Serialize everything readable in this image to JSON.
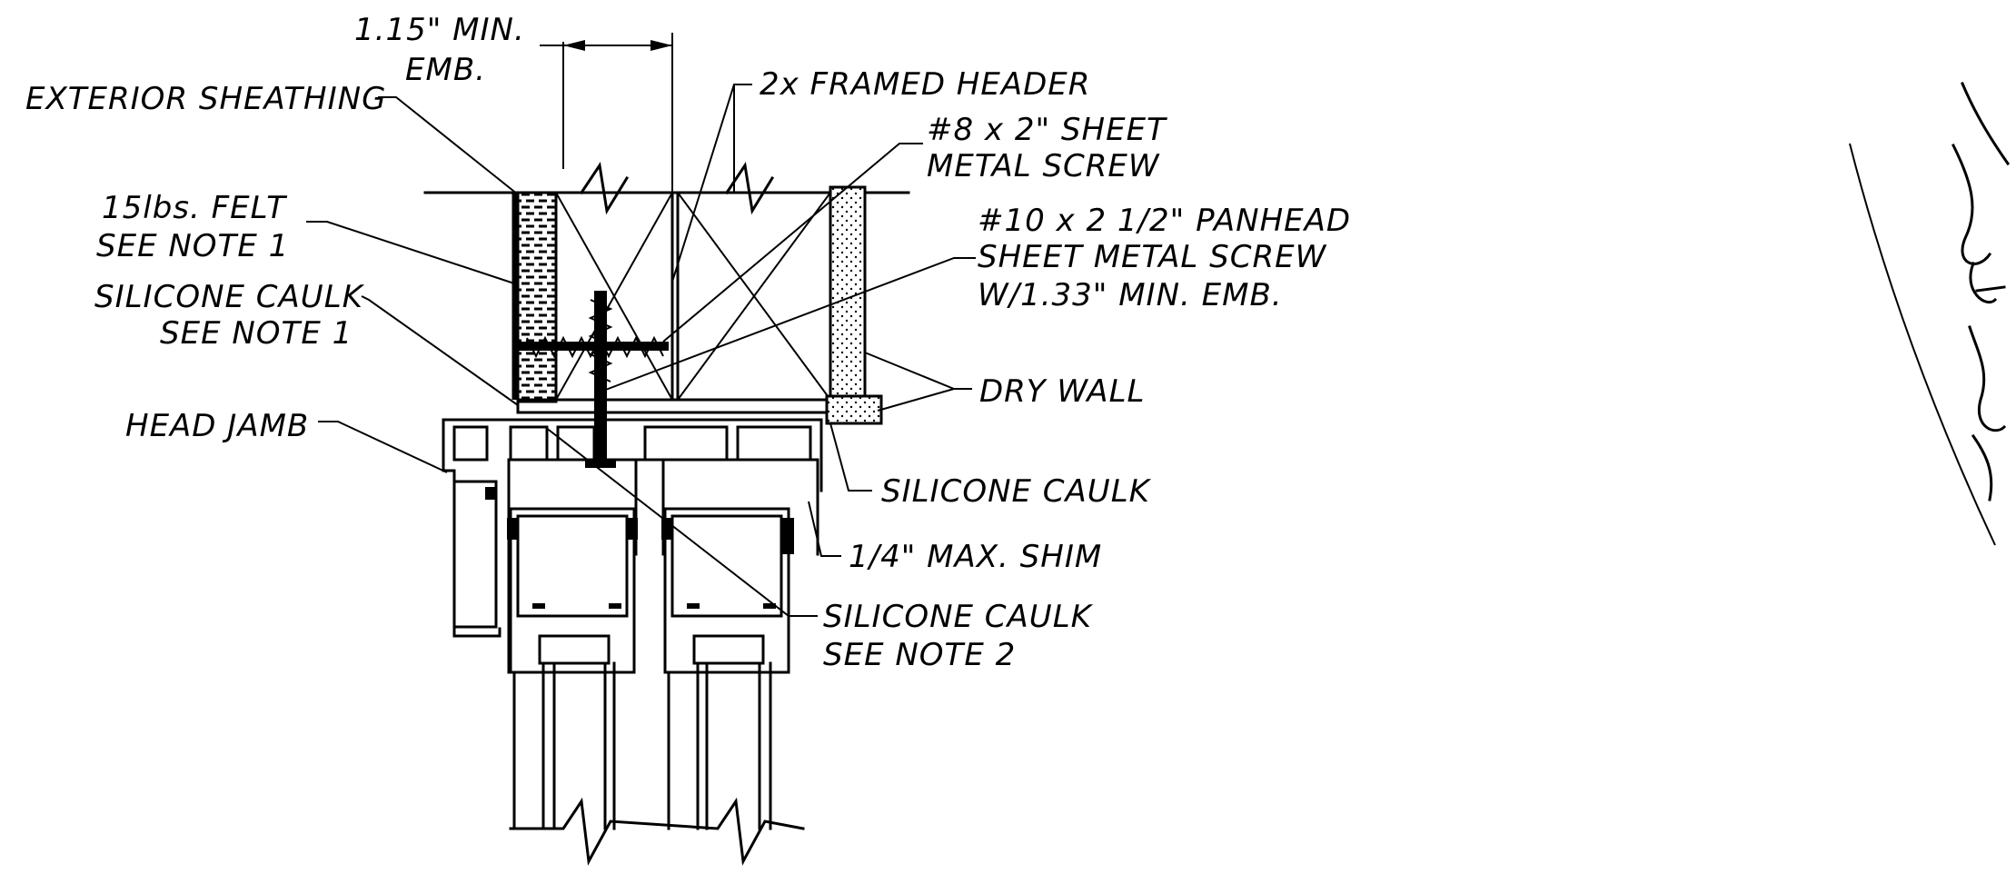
{
  "labels": {
    "min_emb_line1": "1.15\" MIN.",
    "min_emb_line2": "EMB.",
    "framed_header": "2x FRAMED HEADER",
    "exterior_sheathing": "EXTERIOR SHEATHING",
    "screw8_line1": "#8 x 2\" SHEET",
    "screw8_line2": "METAL SCREW",
    "screw10_line1": "#10 x 2 1/2\" PANHEAD",
    "screw10_line2": "SHEET METAL SCREW",
    "screw10_line3": "W/1.33\" MIN. EMB.",
    "felt_line1": "15lbs. FELT",
    "felt_line2": "SEE NOTE 1",
    "caulk_note1_line1": "SILICONE CAULK",
    "caulk_note1_line2": "SEE NOTE 1",
    "dry_wall": "DRY WALL",
    "head_jamb": "HEAD JAMB",
    "silicone_caulk": "SILICONE CAULK",
    "max_shim": "1/4\" MAX. SHIM",
    "caulk_note2_line1": "SILICONE CAULK",
    "caulk_note2_line2": "SEE NOTE 2"
  }
}
